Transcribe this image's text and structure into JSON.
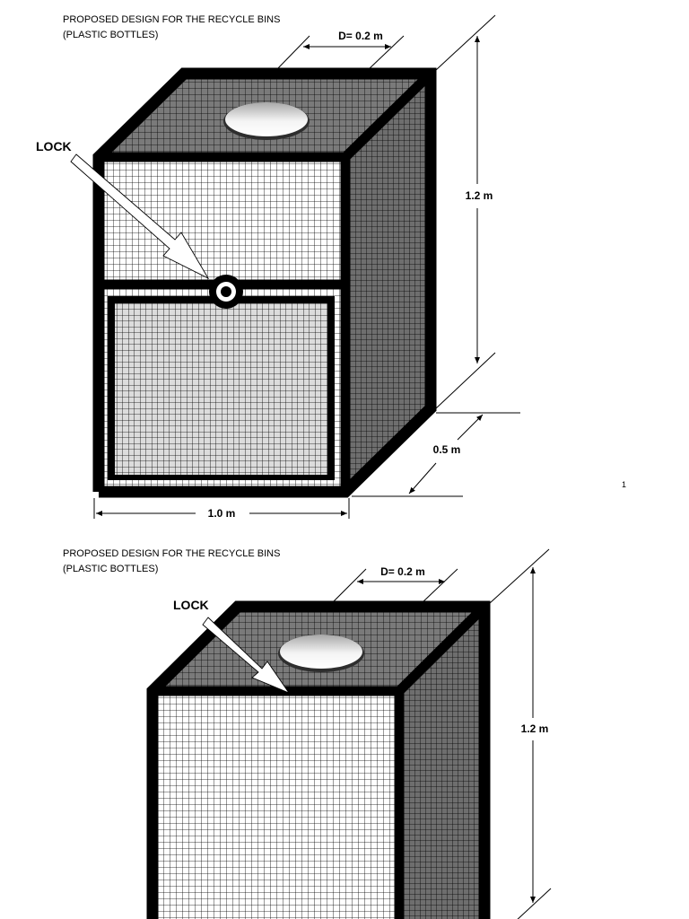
{
  "pages": [
    {
      "title_line1": "PROPOSED DESIGN FOR THE RECYCLE BINS",
      "title_line2": "(PLASTIC BOTTLES)",
      "diameter_label": "D= 0.2 m",
      "lock_label": "LOCK",
      "height_label": "1.2 m",
      "depth_label": "0.5 m",
      "width_label": "1.0 m",
      "page_number": "1"
    },
    {
      "title_line1": "PROPOSED DESIGN FOR THE RECYCLE BINS",
      "title_line2": "(PLASTIC BOTTLES)",
      "diameter_label": "D= 0.2 m",
      "lock_label": "LOCK",
      "height_label": "1.2 m"
    }
  ],
  "colors": {
    "frame": "#000000",
    "top_face": "#7a7a7a",
    "side_face": "#6e6e6e",
    "front_mesh_bg": "#ffffff",
    "door_mesh_bg": "#dcdcdc",
    "lock_ring": "#ffffff"
  }
}
